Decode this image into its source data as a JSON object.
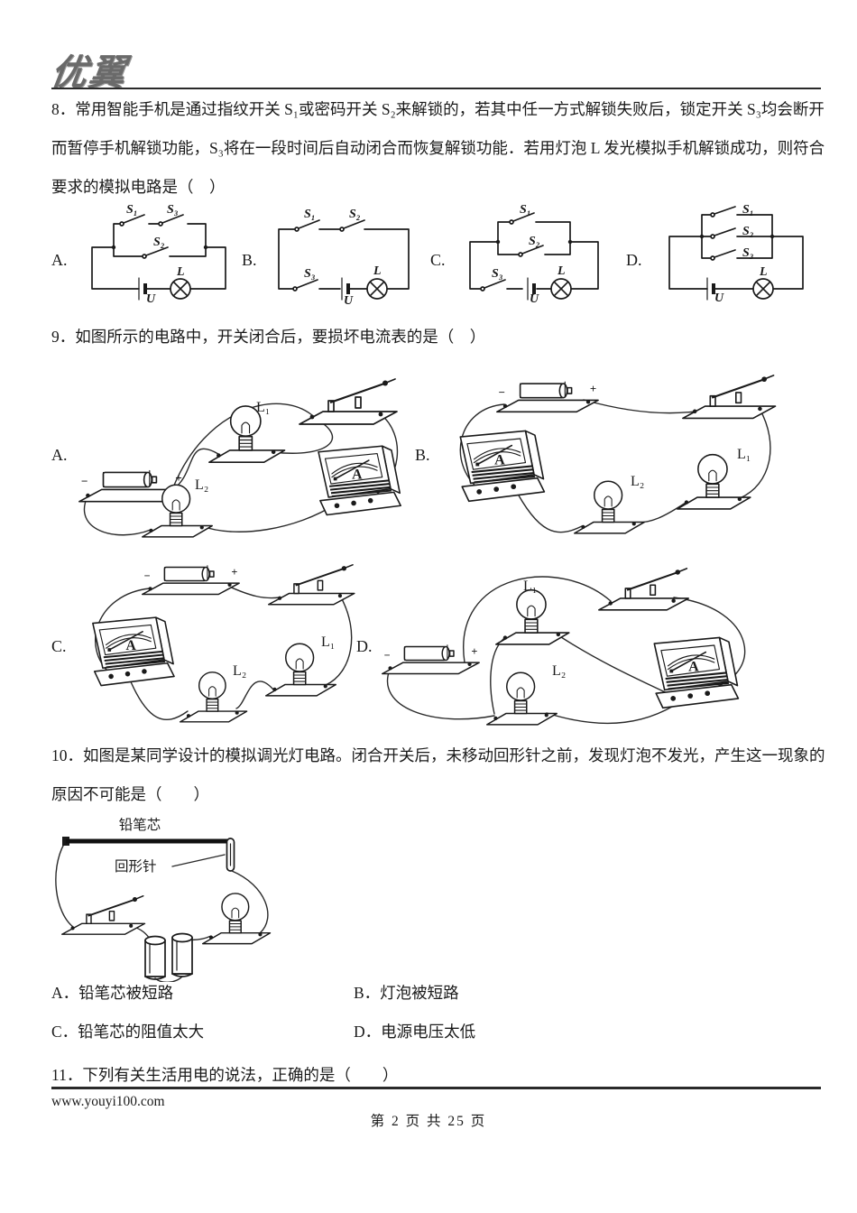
{
  "logo": {
    "text": "优翼"
  },
  "q8": {
    "lines": [
      "8．常用智能手机是通过指纹开关 S₁或密码开关 S₂来解锁的，若其中任一方式解锁失败后，锁定开关 S₃均会断开",
      "而暂停手机解锁功能，S₃将在一段时间后自动闭合而恢复解锁功能．若用灯泡 L 发光模拟手机解锁成功，则符合",
      "要求的模拟电路是（　）"
    ],
    "option_labels": [
      "A.",
      "B.",
      "C.",
      "D."
    ],
    "labels": {
      "s1": "S₁",
      "s2": "S₂",
      "s3": "S₃",
      "lamp": "L",
      "source": "U"
    }
  },
  "q9": {
    "text": "9．如图所示的电路中，开关闭合后，要损坏电流表的是（　）",
    "option_labels": [
      "A.",
      "B.",
      "C.",
      "D."
    ],
    "labels": {
      "l1": "L₁",
      "l2": "L₂",
      "meter": "A",
      "minus": "−",
      "plus": "+"
    }
  },
  "q10": {
    "lines": [
      "10．如图是某同学设计的模拟调光灯电路。闭合开关后，未移动回形针之前，发现灯泡不发光，产生这一现象的",
      "原因不可能是（　　）"
    ],
    "figure": {
      "pencil": "铅笔芯",
      "clip": "回形针"
    },
    "options": [
      "A．铅笔芯被短路",
      "B．灯泡被短路",
      "C．铅笔芯的阻值太大",
      "D．电源电压太低"
    ]
  },
  "q11": {
    "text": "11．下列有关生活用电的说法，正确的是（　　）"
  },
  "footer": {
    "website": "www.youyi100.com",
    "page_info": "第 2 页 共 25 页"
  }
}
